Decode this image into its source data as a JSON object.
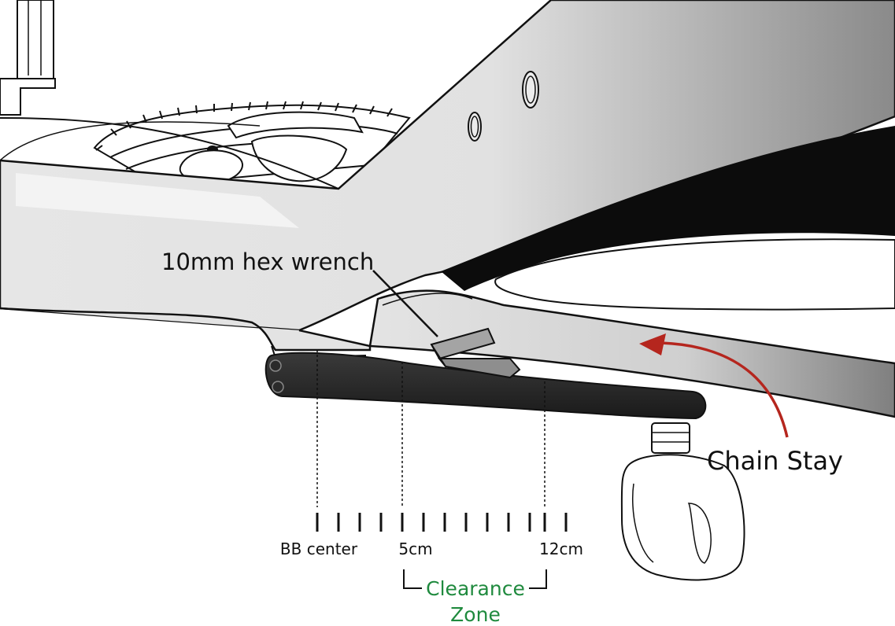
{
  "labels": {
    "wrench": "10mm hex wrench",
    "chain_stay": "Chain Stay",
    "bb_center": "BB center",
    "mark_5cm": "5cm",
    "mark_12cm": "12cm",
    "zone_line1": "Clearance",
    "zone_line2": "Zone"
  },
  "colors": {
    "frame": "#dcdcdc",
    "frame_light": "#f2f2f2",
    "outline": "#111111",
    "crank": "#2a2a2a",
    "wrench": "#9a9a9a",
    "arrow": "#b5261e",
    "zone_text": "#1f8a3e"
  }
}
